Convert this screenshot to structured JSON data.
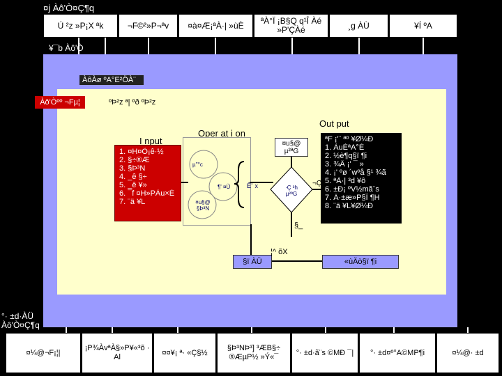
{
  "header": {
    "title": "¤j Àô'Ò¤Ç¶q"
  },
  "top_boxes": [
    "Ú ²z »P¡X ªk",
    "¬F©²»P¬ªv",
    "¤à¤Æ¡ªÀ·| »ùÈ",
    "ªÀ°Ï ¡B§Q q¹Î Àé »P'ÇÀé",
    "¸g ÀÙ",
    "¥Í ºA"
  ],
  "subheader": {
    "label": "¥¯b Àô'Ò"
  },
  "dark_title": "ÀôÀø ºA°E²ÖÀ¨",
  "red_label": "Àô'Òºº ¬Fµ¦",
  "secondary_label": "ºÞ²z ª| ºð ºÞ²z",
  "input": {
    "title": "I nput",
    "items": [
      "1. ¤H¤Ö¡ê·½",
      "2. §÷®Æ",
      "3. §Þ³N",
      "4. _ê §÷",
      "5. _ê ¥»",
      "6. ¯f ¤H»PÀu×È",
      "7. ¨ä ¥L"
    ]
  },
  "operation": {
    "title": "Oper at i on",
    "circle_top": "µ''°c",
    "circle_mid": "¶' ¤Ù",
    "circle_bot": "¤u§@ §Þ³N",
    "brace_note": "Ê¨ x"
  },
  "output": {
    "title": "Out put",
    "header": "ªF ¡'¨ ªº ¥Ø¼Ð",
    "items": [
      "1. ÀuÈªA°È",
      "2. ½è¶q§ï ¶i",
      "3. ¾Ä ¡' ¯ »",
      "4. ¡' ºø ´wºå §¹ ¾ã",
      "5. ªÀ·| ³d ¥ô",
      "6. ±Ð¡ ºV½mã¨s",
      "7. Ä·±æ»P§Î ¶H",
      "8. ¨ä ¥L¥Ø¼Ð"
    ]
  },
  "work_box": "¤u§@ µ²ªG",
  "diamond": "·Ç ³h µ²ªG",
  "diamond_side": "¬Ç",
  "bottom_arrow_label": "§_",
  "feedback_box": "§ï ÀÜ",
  "feedback_label": "¦^ õX",
  "improve_box": "«ùÄò§ï ¶i",
  "left_bottom_label": "°· ±d·ÀÜ Àô'Ò¤Ç¶q",
  "bottom_boxes": [
    "¤¼@¬F¡¦|",
    "¡P¾ÀvªÀ§»P¥«³õ · Al",
    "¤¤¥¡ ª· «Ç§½",
    "§Þ³NÞ³] ³ÆB§÷ ®ÆµP½ »Ý«¯",
    "°· ±d·ã¨s ©MÐ ¯|",
    "°· ±d¤º°A©MP¶i",
    "¤¼@· ±d"
  ]
}
